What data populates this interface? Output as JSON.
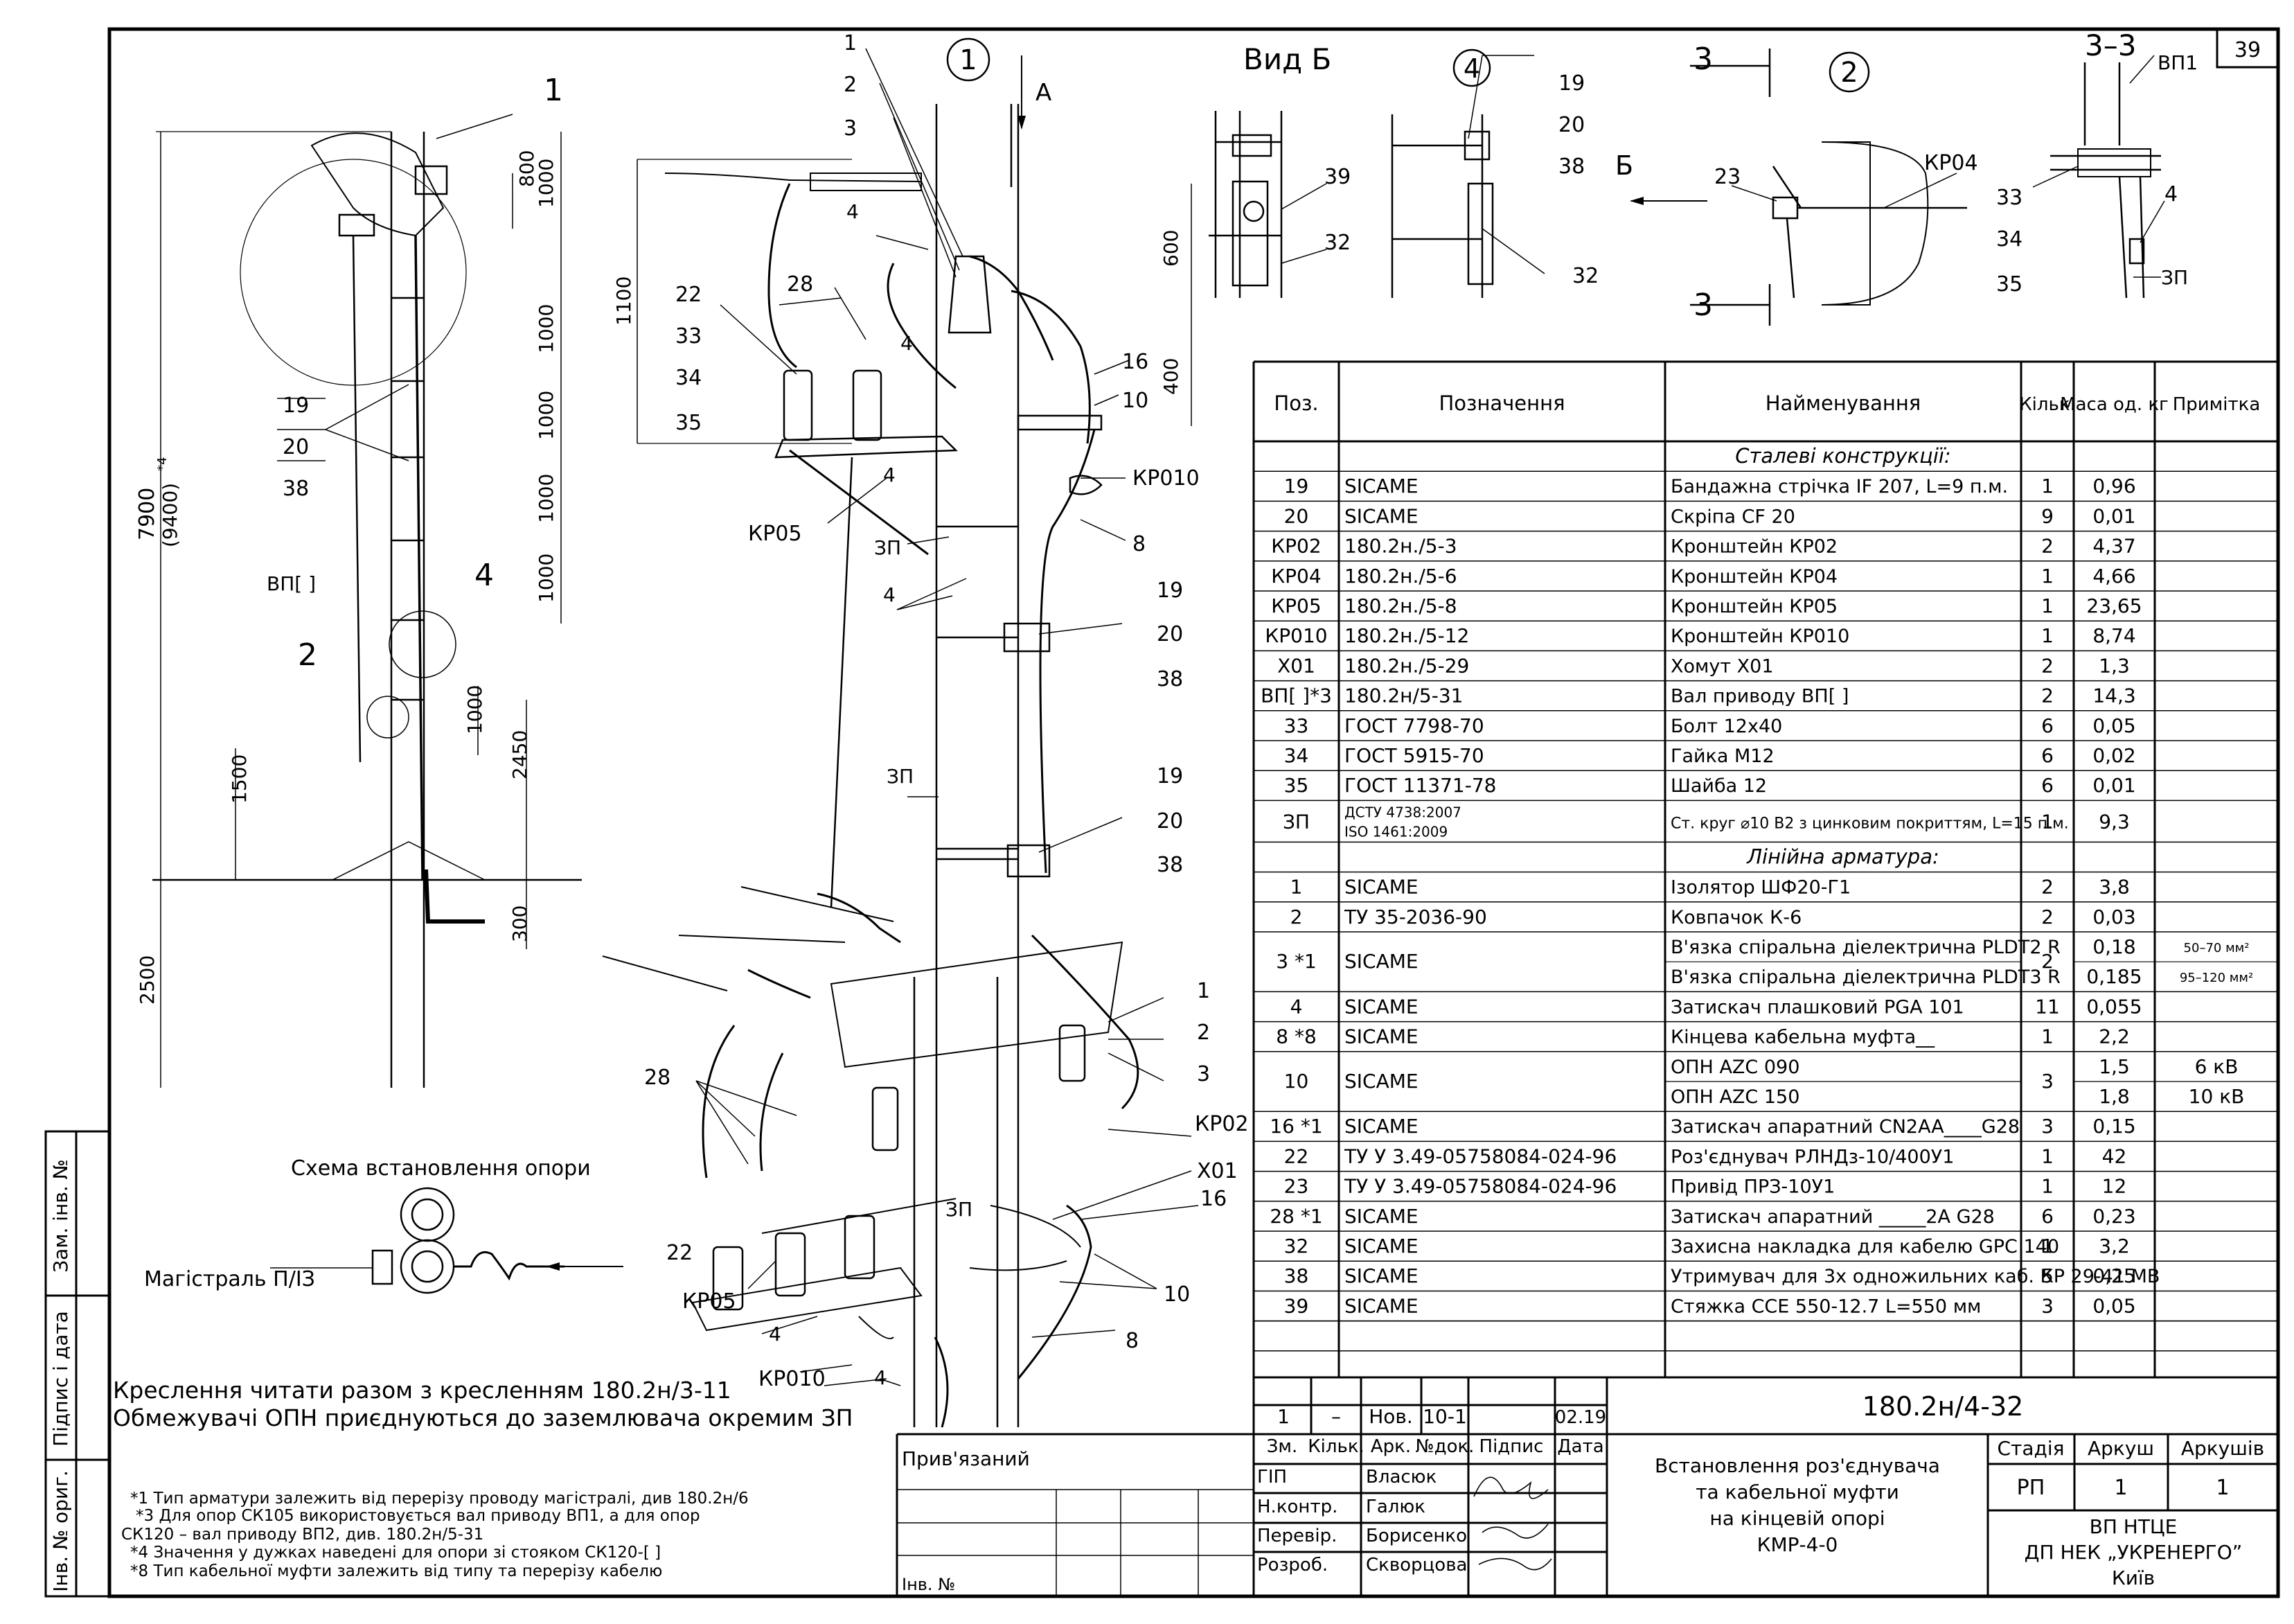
{
  "sheet_number": "39",
  "views": {
    "callout_1": "1",
    "callout_2": "2",
    "callout_4": "4",
    "view_b": "Вид Б",
    "section_33": "3–3",
    "section_mark": "3",
    "arrow_a": "А",
    "arrow_b": "Б"
  },
  "dimensions": {
    "d800": "800",
    "d1000": "1000",
    "d7900": "7900",
    "d9400": "(9400)",
    "d9400_note": "*4",
    "d1500": "1500",
    "d2450": "2450",
    "d2500": "2500",
    "d300": "300",
    "d1100": "1100",
    "d600": "600",
    "d400": "400"
  },
  "labels": {
    "l1": "1",
    "l2": "2",
    "l3": "3",
    "l4": "4",
    "l8": "8",
    "l10": "10",
    "l16": "16",
    "l19": "19",
    "l20": "20",
    "l22": "22",
    "l23": "23",
    "l28": "28",
    "l32": "32",
    "l33": "33",
    "l34": "34",
    "l35": "35",
    "l38": "38",
    "l39": "39",
    "vp": "ВП[  ]",
    "vp1": "ВП1",
    "zp": "ЗП",
    "kr02": "КР02",
    "kr04": "КР04",
    "kr05": "КР05",
    "kr010": "КР010",
    "x01": "Х01"
  },
  "scheme": {
    "title": "Схема встановлення опори",
    "main_line": "Магістраль П/ІЗ"
  },
  "notes": {
    "line1": "Креслення читати разом з кресленням 180.2н/3-11",
    "line2": "Обмежувачі ОПН приєднуються до заземлювача окремим ЗП",
    "fn1": "*1 Тип арматури залежить від перерізу проводу магістралі, див 180.2н/6",
    "fn3a": "*3 Для опор СК105 використовується вал приводу ВП1, а для опор",
    "fn3b": "СК120 – вал приводу ВП2, див. 180.2н/5-31",
    "fn4": "*4 Значення у дужках наведені для опори зі стояком СК120-[  ]",
    "fn8": "*8 Тип кабельної муфти залежить від типу та перерізу кабелю"
  },
  "left_stamp": {
    "zam": "Зам. інв. №",
    "pidpys": "Підпис і дата",
    "inv": "Інв. № ориг."
  },
  "bom": {
    "headers": {
      "poz": "Поз.",
      "designation": "Позначення",
      "name": "Найменування",
      "qty": "Кільк.",
      "mass": "Маса од. кг",
      "note": "Примітка"
    },
    "section1": "Сталеві конструкції:",
    "section2": "Лінійна арматура:",
    "rows1": [
      {
        "poz": "19",
        "des": "SICAME",
        "name": "Бандажна стрічка IF 207, L=9 п.м.",
        "qty": "1",
        "mass": "0,96",
        "note": ""
      },
      {
        "poz": "20",
        "des": "SICAME",
        "name": "Скріпа CF 20",
        "qty": "9",
        "mass": "0,01",
        "note": ""
      },
      {
        "poz": "КР02",
        "des": "180.2н./5-3",
        "name": "Кронштейн КР02",
        "qty": "2",
        "mass": "4,37",
        "note": ""
      },
      {
        "poz": "КР04",
        "des": "180.2н./5-6",
        "name": "Кронштейн КР04",
        "qty": "1",
        "mass": "4,66",
        "note": ""
      },
      {
        "poz": "КР05",
        "des": "180.2н./5-8",
        "name": "Кронштейн КР05",
        "qty": "1",
        "mass": "23,65",
        "note": ""
      },
      {
        "poz": "КР010",
        "des": "180.2н./5-12",
        "name": "Кронштейн КР010",
        "qty": "1",
        "mass": "8,74",
        "note": ""
      },
      {
        "poz": "Х01",
        "des": "180.2н./5-29",
        "name": "Хомут Х01",
        "qty": "2",
        "mass": "1,3",
        "note": ""
      },
      {
        "poz": "ВП[  ]*3",
        "des": "180.2н/5-31",
        "name": "Вал приводу ВП[  ]",
        "qty": "2",
        "mass": "14,3",
        "note": ""
      },
      {
        "poz": "33",
        "des": "ГОСТ 7798-70",
        "name": "Болт 12х40",
        "qty": "6",
        "mass": "0,05",
        "note": ""
      },
      {
        "poz": "34",
        "des": "ГОСТ 5915-70",
        "name": "Гайка М12",
        "qty": "6",
        "mass": "0,02",
        "note": ""
      },
      {
        "poz": "35",
        "des": "ГОСТ 11371-78",
        "name": "Шайба 12",
        "qty": "6",
        "mass": "0,01",
        "note": ""
      }
    ],
    "zp_row": {
      "poz": "ЗП",
      "des1": "ДСТУ 4738:2007",
      "des2": "ISO 1461:2009",
      "name": "Ст. круг ⌀10 В2 з цинковим покриттям, L=15 п.м.",
      "qty": "1",
      "mass": "9,3"
    },
    "rows2a": [
      {
        "poz": "1",
        "des": "SICAME",
        "name": "Ізолятор ШФ20-Г1",
        "qty": "2",
        "mass": "3,8"
      },
      {
        "poz": "2",
        "des": "ТУ 35-2036-90",
        "name": "Ковпачок К-6",
        "qty": "2",
        "mass": "0,03"
      }
    ],
    "row3": {
      "poz": "3 *1",
      "des": "SICAME",
      "name1": "В'язка спіральна діелектрична PLDT2 R",
      "name2": "В'язка спіральна діелектрична PLDT3 R",
      "qty": "2",
      "mass1": "0,18",
      "mass2": "0,185",
      "note1": "50–70 мм²",
      "note2": "95–120 мм²"
    },
    "rows2b": [
      {
        "poz": "4",
        "des": "SICAME",
        "name": "Затискач плашковий PGA 101",
        "qty": "11",
        "mass": "0,055"
      },
      {
        "poz": "8 *8",
        "des": "SICAME",
        "name": "Кінцева кабельна муфта__",
        "qty": "1",
        "mass": "2,2"
      }
    ],
    "row10": {
      "poz": "10",
      "des": "SICAME",
      "name1": "ОПН AZC 090",
      "name2": "ОПН AZC 150",
      "qty": "3",
      "mass1": "1,5",
      "mass2": "1,8",
      "note1": "6 кВ",
      "note2": "10 кВ"
    },
    "rows2c": [
      {
        "poz": "16 *1",
        "des": "SICAME",
        "name": "Затискач апаратний CN2AA____G28",
        "qty": "3",
        "mass": "0,15"
      },
      {
        "poz": "22",
        "des": "ТУ У 3.49-05758084-024-96",
        "name": "Роз'єднувач РЛНДз-10/400У1",
        "qty": "1",
        "mass": "42"
      },
      {
        "poz": "23",
        "des": "ТУ У 3.49-05758084-024-96",
        "name": "Привід ПРЗ-10У1",
        "qty": "1",
        "mass": "12"
      },
      {
        "poz": "28 *1",
        "des": "SICAME",
        "name": "Затискач апаратний _____2A G28",
        "qty": "6",
        "mass": "0,23"
      },
      {
        "poz": "32",
        "des": "SICAME",
        "name": "Захисна накладка для кабелю GPC 140",
        "qty": "1",
        "mass": "3,2"
      },
      {
        "poz": "38",
        "des": "SICAME",
        "name": "Утримувач для 3х одножильних каб. КР 29-41 МВ",
        "qty": "5",
        "mass": "0,25"
      },
      {
        "poz": "39",
        "des": "SICAME",
        "name": "Стяжка ССЕ 550-12.7 L=550 мм",
        "qty": "3",
        "mass": "0,05"
      }
    ]
  },
  "title_block": {
    "doc_code": "180.2н/4-32",
    "rev_1": "1",
    "rev_dash": "–",
    "rev_nov": "Нов.",
    "rev_no": "10-1",
    "rev_date": "02.19",
    "h_zm": "Зм.",
    "h_kilk": "Кільк.",
    "h_ark": "Арк.",
    "h_ndok": "№док.",
    "h_pidpys": "Підпис",
    "h_data": "Дата",
    "roles": [
      "ГІП",
      "Н.контр.",
      "Перевір.",
      "Розроб."
    ],
    "names": [
      "Власюк",
      "Галюк",
      "Борисенко",
      "Скворцова"
    ],
    "title_lines": [
      "Встановлення роз'єднувача",
      "та кабельної муфти",
      "на кінцевій опорі",
      "КМР-4-0"
    ],
    "stage_h": "Стадія",
    "sheet_h": "Аркуш",
    "sheets_h": "Аркушів",
    "stage": "РП",
    "sheet": "1",
    "sheets": "1",
    "org1": "ВП НТЦЕ",
    "org2": "ДП НЕК „УКРЕНЕРГО”",
    "org3": "Київ",
    "pryvyazanyi": "Прив'язаний",
    "inv_no": "Інв. №"
  }
}
